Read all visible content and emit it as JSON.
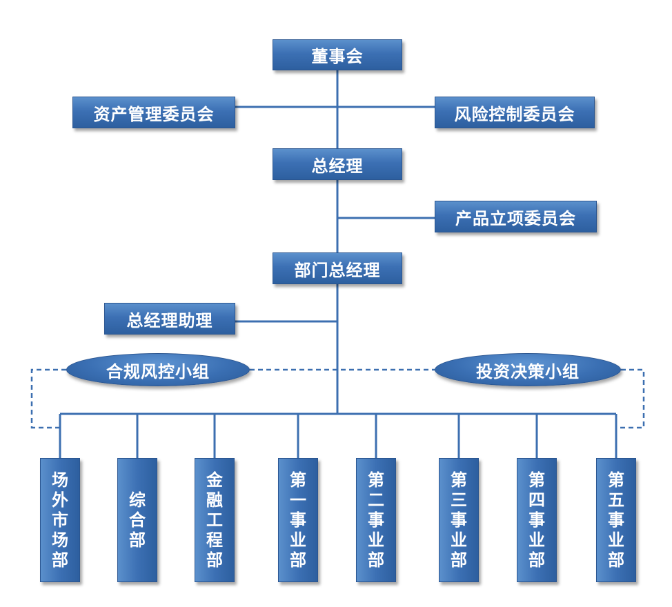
{
  "nodes": {
    "board": "董事会",
    "asset_committee": "资产管理委员会",
    "risk_committee": "风险控制委员会",
    "general_manager": "总经理",
    "product_committee": "产品立项委员会",
    "dept_general_manager": "部门总经理",
    "gm_assistant": "总经理助理",
    "compliance_group": "合规风控小组",
    "investment_group": "投资决策小组"
  },
  "departments": [
    "场外市场部",
    "综合部",
    "金融工程部",
    "第一事业部",
    "第二事业部",
    "第三事业部",
    "第四事业部",
    "第五事业部"
  ],
  "colors": {
    "box_fill": "#3c70b4",
    "box_border": "#2a5590",
    "connector": "#3c6fb0",
    "text": "#ffffff"
  }
}
